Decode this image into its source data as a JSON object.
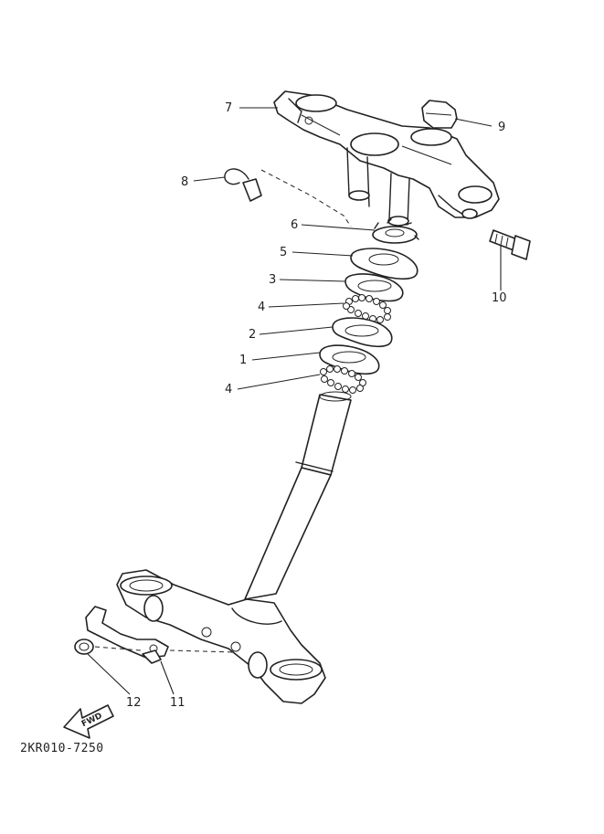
{
  "drawing_code": "2KR010-7250",
  "fwd_label": "FWD",
  "callouts": [
    {
      "label": "7"
    },
    {
      "label": "9"
    },
    {
      "label": "8"
    },
    {
      "label": "6"
    },
    {
      "label": "5"
    },
    {
      "label": "3"
    },
    {
      "label": "4"
    },
    {
      "label": "2"
    },
    {
      "label": "1"
    },
    {
      "label": "4"
    },
    {
      "label": "10"
    },
    {
      "label": "12"
    },
    {
      "label": "11"
    }
  ]
}
